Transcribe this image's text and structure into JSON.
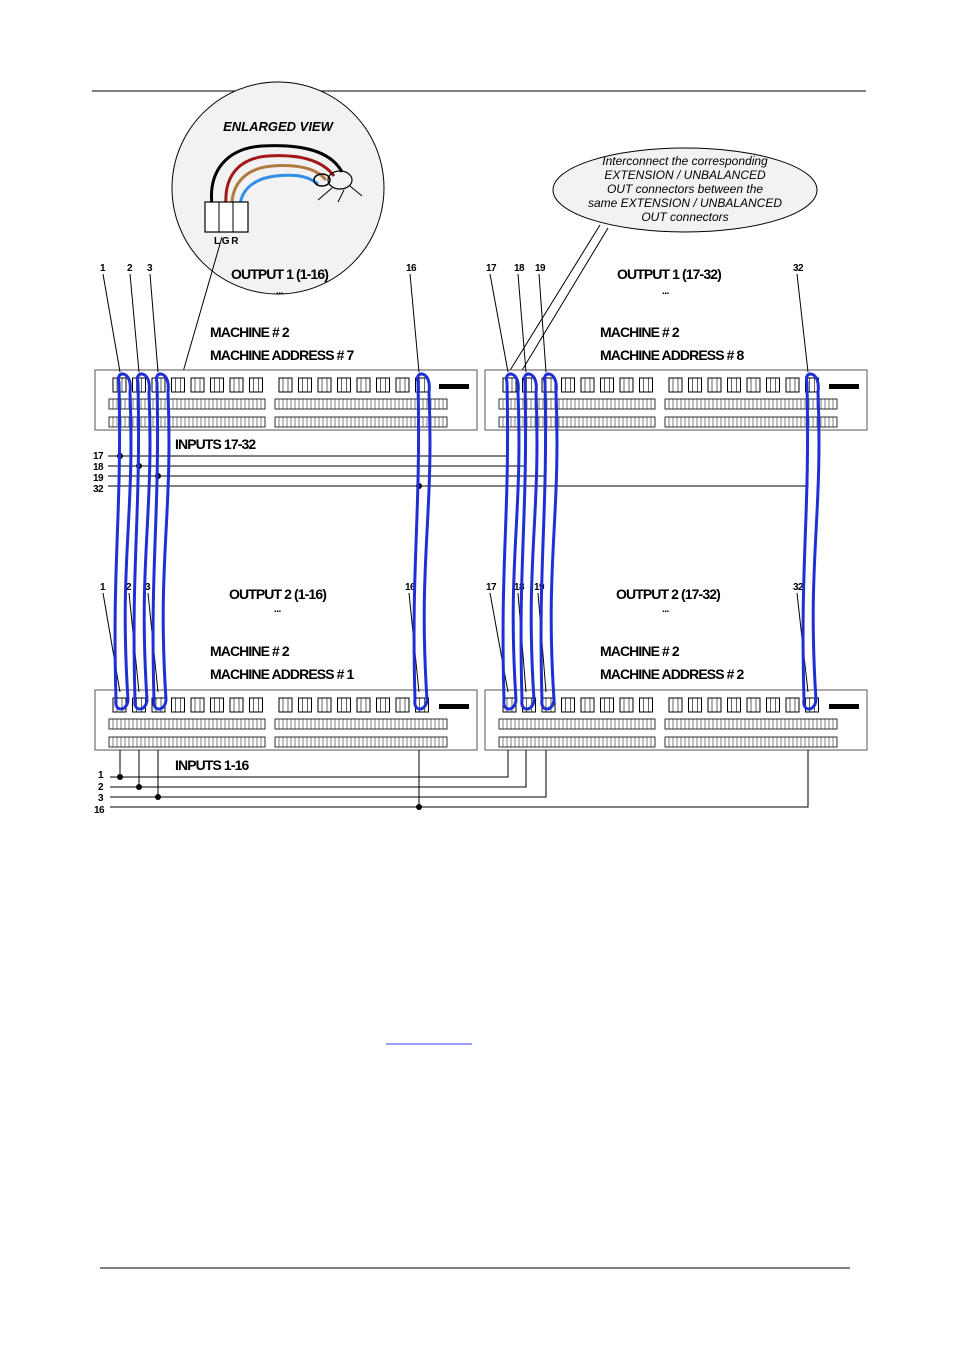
{
  "enlarged_view": {
    "title": "ENLARGED VIEW",
    "pin_labels": "L G R"
  },
  "callout": {
    "lines": [
      "Interconnect the corresponding",
      "EXTENSION / UNBALANCED",
      "OUT connectors between the",
      "same EXTENSION / UNBALANCED",
      "OUT connectors"
    ]
  },
  "machines": [
    {
      "id": "tl",
      "output": "OUTPUT 1 (1-16)",
      "machine": "MACHINE # 2",
      "address": "MACHINE ADDRESS # 7",
      "inputs": "INPUTS 17-32"
    },
    {
      "id": "tr",
      "output": "OUTPUT 1 (17-32)",
      "machine": "MACHINE # 2",
      "address": "MACHINE ADDRESS # 8",
      "inputs": ""
    },
    {
      "id": "bl",
      "output": "OUTPUT 2 (1-16)",
      "machine": "MACHINE # 2",
      "address": "MACHINE ADDRESS # 1",
      "inputs": "INPUTS 1-16"
    },
    {
      "id": "br",
      "output": "OUTPUT 2 (17-32)",
      "machine": "MACHINE # 2",
      "address": "MACHINE ADDRESS # 2",
      "inputs": ""
    }
  ],
  "top_row_numbers": {
    "left": [
      "1",
      "2",
      "3",
      "16"
    ],
    "right": [
      "17",
      "18",
      "19",
      "32"
    ],
    "bus": [
      "17",
      "18",
      "19",
      "32"
    ]
  },
  "bottom_row_numbers": {
    "left": [
      "1",
      "2",
      "3",
      "16"
    ],
    "right": [
      "17",
      "18",
      "19",
      "32"
    ],
    "bus": [
      "1",
      "2",
      "3",
      "16"
    ]
  },
  "colors": {
    "cable_blue": "#1f2fd6",
    "wire_black": "#000000",
    "wire_red": "#a01818",
    "wire_brown": "#b07a40",
    "wire_blue": "#3090e8"
  }
}
